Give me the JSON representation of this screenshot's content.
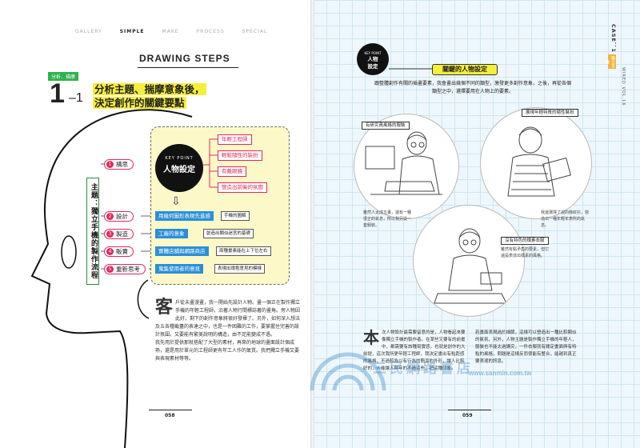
{
  "nav": [
    "GALLERY",
    "SIMPLE",
    "MAKE",
    "PROCESS",
    "SPECIAL"
  ],
  "nav_active": "SIMPLE",
  "steps_title": "DRAWING STEPS",
  "section_tag": "分析．描摩",
  "step_big": "1",
  "step_sub": "–1",
  "headline_line1": "分析主題、揣摩意象後，",
  "headline_line2": "決定創作的關鍵要點",
  "vertical_label": "主題：獨立手機的製作流程",
  "steps": [
    {
      "num": "1",
      "label": "構思"
    },
    {
      "num": "2",
      "label": "設計"
    },
    {
      "num": "3",
      "label": "製造"
    },
    {
      "num": "4",
      "label": "販賣"
    },
    {
      "num": "5",
      "label": "重新思考"
    }
  ],
  "key_point": {
    "kp": "KEY POINT",
    "title": "人物設定"
  },
  "red_boxes": [
    "年輕工程師",
    "輕鬆隨性的裝扮",
    "有戴眼鏡",
    "營造出前衛的氛圍"
  ],
  "blue_boxes": [
    "用幾何圖形表現先進感",
    "工廠的意象",
    "實體店舖與網路商店",
    "蒐集使用者的意見"
  ],
  "out_boxes": [
    "手機的圖解",
    "創造出類似迷宮的基礎",
    "兩種畫素能在上下位左右",
    "表現出環抱意見的模樣"
  ],
  "body_left": "戶從未畫漫畫，我一開始先設計人物。畫一個正在製作獨立手機的年輕工程師，沿著人物行間標誌著的畫角。旁人物因此好，剩下的創作意象將很好發揮了。另外，如何深入想法及五各種截盡的表達之中，也是一件困難的工作，要掌握住完善的設計氛圍。又要能有繁美說明的構造，由不足能變成不過。",
  "body_left2": "我先用於提供那就搭配了大型的素材，再來的地球的畫面設計個成熟，還是用於單元的工程師更有年工人作的氣質。我們獨立手機又要與表現素材等等。",
  "drop_cap_left": "客",
  "page_left": "058",
  "page_right": "059",
  "case_label": "CASE：1",
  "case_tab": "獨立手機",
  "issue_label": "WIRED VOL.16",
  "right_kp": {
    "kp": "KEY POINT",
    "t1": "人物",
    "t2": "設定"
  },
  "right_title": "關鍵的人物設定",
  "right_intro": "跟整體創作有關的插畫要素，我會畫出幾個不同的類型，激發更多創作意象，之後，再從各個類型之中，選擇要用在人物上的要素。",
  "captions": [
    {
      "tag": "有研究員風格的服裝",
      "text": "雖然人太成五畫，還有一種很正的氣息，所以我另從一套服裝。"
    },
    {
      "tag": "展現年輕特質的隨性裝扮",
      "text": "我還選擇了說的條紋衫，營造出一種年輕年表所的氣息。"
    },
    {
      "tag": "沒有特色的樸素衣服",
      "text": "雖然有點矛盾的要素，但它還是表達出樸素的風格。"
    }
  ],
  "drop_cap_right": "本",
  "body_right1": "次人物設計最需要留意的是，人物看起來要像獨立手機的製作者。在某些又要有的前畫中，都需要有該種寫實感，也就是創作的大前提，這次我所更年輕工程師，我決定畫出有點距感的風格，不過較為以有行為的簡潔的外形，讓人比較好的，人能讓人與年的不過這些，把這種印象。",
  "body_right2": "若畫面表現過於細節，這樣可以營造出一種比較類似的氣氛，另外，人物主題是製作獨立手機的年輕人，服裝也不能太過講究，一件衣服就有關定畫面與有特點的風格，問題是這樣反而很能有整合，能越到真正要表達的訊息。",
  "watermark": "三民網路書店",
  "watermark_url": "www.sanmin.com.tw",
  "colors": {
    "accent_red": "#e0285a",
    "accent_blue": "#2b8fd8",
    "accent_green": "#2a8c3c",
    "highlight": "#f6ef3a",
    "grid": "#cfe6f1"
  }
}
